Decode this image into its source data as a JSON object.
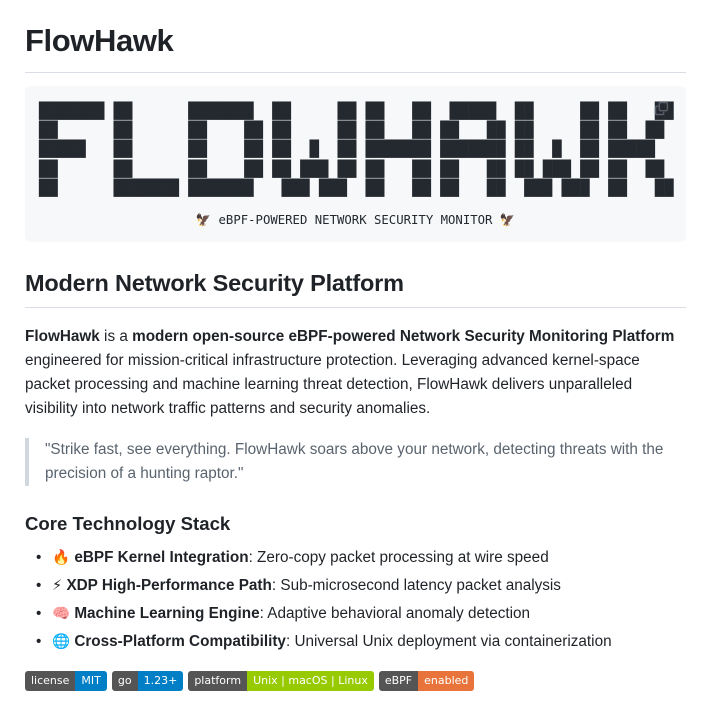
{
  "page": {
    "title": "FlowHawk"
  },
  "banner": {
    "ascii_art": "███████ ██      ███████  ██     ██ ██   ██  █████  ██     ██ ██   ██\n██      ██      ██    ██ ██     ██ ██   ██ ██   ██ ██     ██ ██  ██\n█████   ██      ██    ██ ██  █  ██ ███████ ███████ ██  █  ██ █████\n██      ██      ██    ██ ██ ███ ██ ██   ██ ██   ██ ██ ███ ██ ██  ██\n██      ███████ ███████   ███ ███  ██   ██ ██   ██  ███ ███  ██   ██",
    "tagline": "🦅 eBPF-POWERED NETWORK SECURITY MONITOR 🦅",
    "copy_icon": "copy-icon"
  },
  "section": {
    "heading": "Modern Network Security Platform",
    "paragraph": {
      "lead_bold": "FlowHawk",
      "mid": " is a ",
      "strong": "modern open-source eBPF-powered Network Security Monitoring Platform",
      "rest": " engineered for mission-critical infrastructure protection. Leveraging advanced kernel-space packet processing and machine learning threat detection, FlowHawk delivers unparalleled visibility into network traffic patterns and security anomalies."
    },
    "quote": "\"Strike fast, see everything. FlowHawk soars above your network, detecting threats with the precision of a hunting raptor.\""
  },
  "stack": {
    "heading": "Core Technology Stack",
    "items": [
      {
        "emoji": "🔥",
        "icon_name": "fire-icon",
        "term": "eBPF Kernel Integration",
        "desc": ": Zero-copy packet processing at wire speed"
      },
      {
        "emoji": "⚡",
        "icon_name": "lightning-icon",
        "term": "XDP High-Performance Path",
        "desc": ": Sub-microsecond latency packet analysis"
      },
      {
        "emoji": "🧠",
        "icon_name": "brain-icon",
        "term": "Machine Learning Engine",
        "desc": ": Adaptive behavioral anomaly detection"
      },
      {
        "emoji": "🌐",
        "icon_name": "globe-icon",
        "term": "Cross-Platform Compatibility",
        "desc": ": Universal Unix deployment via containerization"
      }
    ]
  },
  "badges": [
    {
      "label": "license",
      "value": "MIT",
      "label_color": "#555555",
      "value_color": "#007ec6"
    },
    {
      "label": "go",
      "value": "1.23+",
      "label_color": "#555555",
      "value_color": "#007ec6"
    },
    {
      "label": "platform",
      "value": "Unix | macOS | Linux",
      "label_color": "#555555",
      "value_color": "#97ca00"
    },
    {
      "label": "eBPF",
      "value": "enabled",
      "label_color": "#555555",
      "value_color": "#e8743b"
    }
  ],
  "colors": {
    "banner_bg": "#f6f8fa",
    "rule": "#d8dee4",
    "quote_border": "#d0d7de",
    "quote_text": "#59636e",
    "text": "#1f2328"
  }
}
